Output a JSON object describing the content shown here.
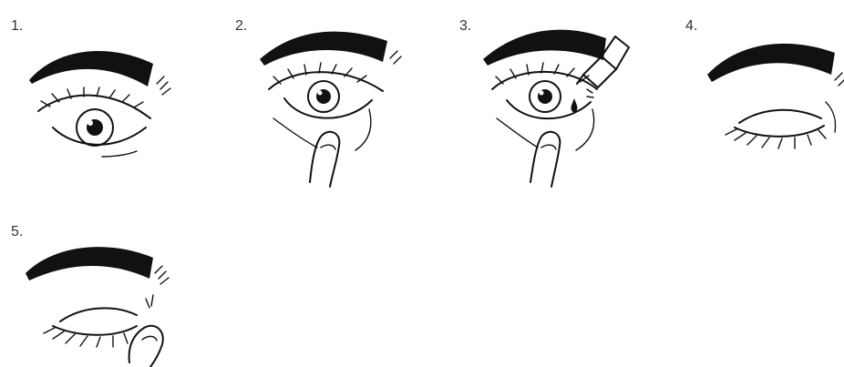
{
  "steps": [
    {
      "label": "1."
    },
    {
      "label": "2."
    },
    {
      "label": "3."
    },
    {
      "label": "4."
    },
    {
      "label": "5."
    }
  ]
}
